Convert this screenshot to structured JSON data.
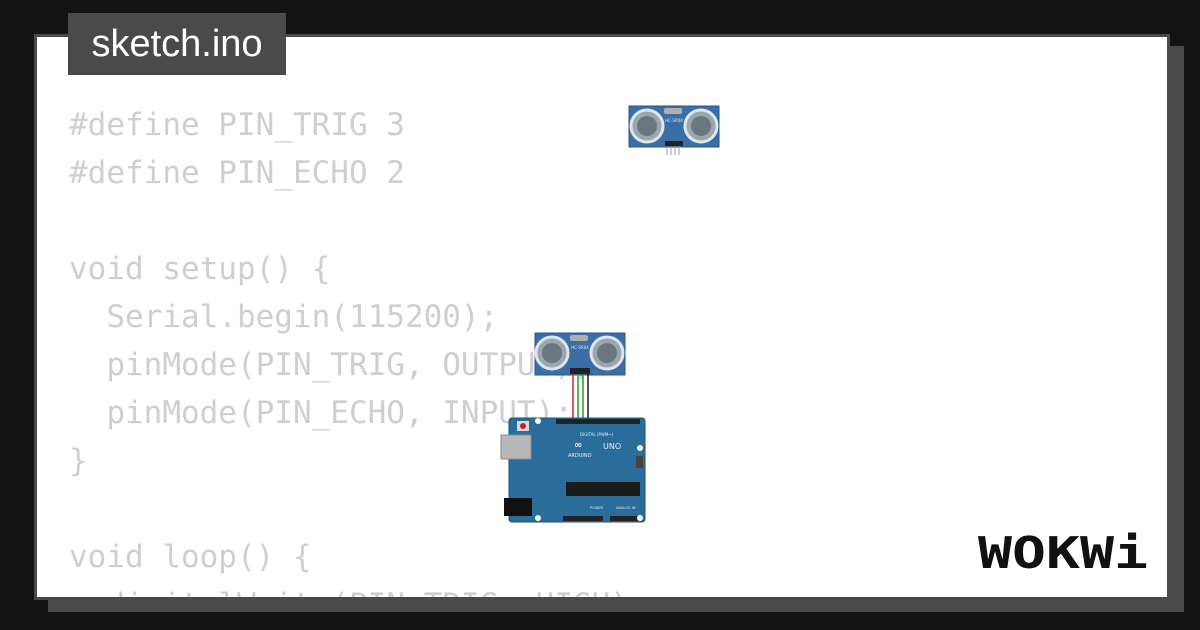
{
  "tab": {
    "filename": "sketch.ino"
  },
  "code": {
    "lines": [
      "#define PIN_TRIG 3",
      "#define PIN_ECHO 2",
      "",
      "void setup() {",
      "  Serial.begin(115200);",
      "  pinMode(PIN_TRIG, OUTPUT);",
      "  pinMode(PIN_ECHO, INPUT);",
      "}",
      "",
      "void loop() {",
      "  digitalWrite(PIN_TRIG, HIGH);"
    ]
  },
  "diagram": {
    "sensor_label": "HC-SR04",
    "board_brand": "ARDUINO",
    "board_model": "UNO",
    "board_header_label": "DIGITAL (PWM~)",
    "power_label": "POWER",
    "analog_label": "ANALOG IN",
    "wire_colors": [
      "#d22020",
      "#2a9a2a",
      "#2a9a2a",
      "#1a1a1a"
    ]
  },
  "logo": {
    "text": "WOKWi"
  },
  "colors": {
    "background": "#131313",
    "frame": "#4a4a4a",
    "code_text": "#cfcfcf",
    "board_blue": "#2a6c9a",
    "sensor_blue": "#3a6ea5"
  }
}
